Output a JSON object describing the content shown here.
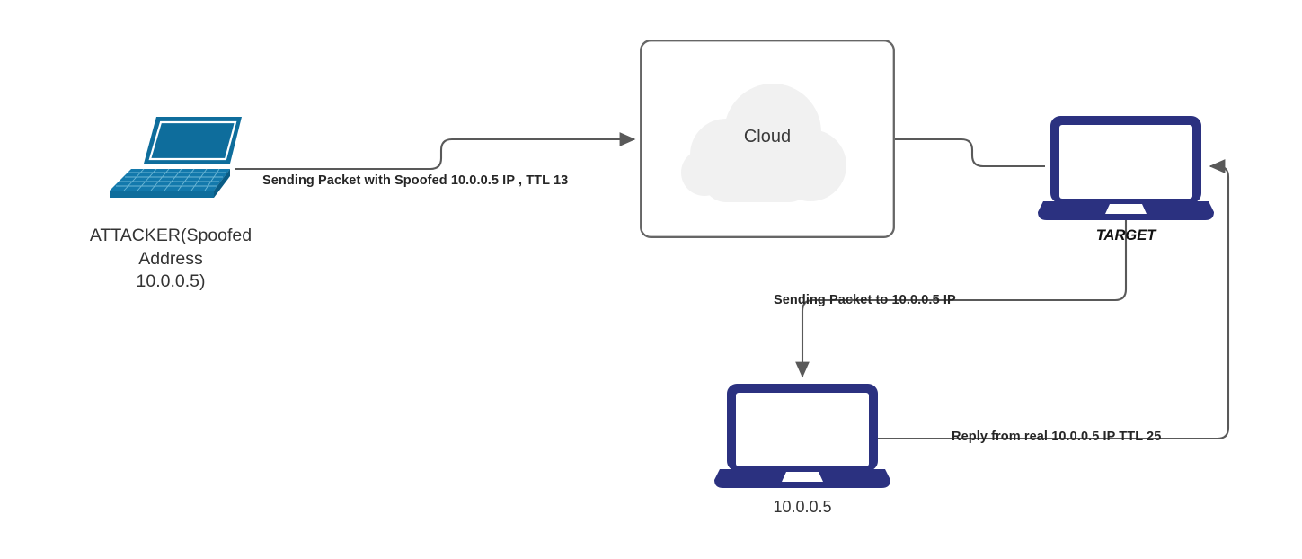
{
  "diagram": {
    "title": "IP Spoofing / TTL Reflection Network Diagram",
    "background": "#ffffff",
    "colors": {
      "attacker_device": "#0e6d9c",
      "network_device": "#2b3180",
      "wire": "#595959",
      "cloud_fill": "#f1f1f1",
      "cloud_border": "#666666",
      "label_text": "#333333",
      "edge_label_text": "#262626"
    }
  },
  "nodes": {
    "attacker": {
      "icon": "laptop-isometric-icon",
      "label_lines": [
        "ATTACKER(Spoofed",
        "Address",
        "10.0.0.5)"
      ],
      "label": "ATTACKER(Spoofed\nAddress\n10.0.0.5)"
    },
    "cloud": {
      "icon": "cloud-icon",
      "label": "Cloud"
    },
    "target": {
      "icon": "laptop-front-icon",
      "label": "TARGET"
    },
    "victim": {
      "icon": "laptop-front-icon",
      "label": "10.0.0.5"
    }
  },
  "edges": [
    {
      "id": "attacker-to-cloud",
      "label": "Sending Packet with Spoofed 10.0.0.5 IP , TTL 13",
      "from": "attacker",
      "to": "cloud",
      "arrow": "end"
    },
    {
      "id": "cloud-to-target",
      "label": "",
      "from": "cloud",
      "to": "target",
      "arrow": "none"
    },
    {
      "id": "target-to-victim",
      "label": "Sending Packet to 10.0.0.5 IP",
      "from": "target",
      "to": "victim",
      "arrow": "end"
    },
    {
      "id": "victim-to-target",
      "label": "Reply from real 10.0.0.5 IP TTL 25",
      "from": "victim",
      "to": "target",
      "arrow": "end"
    }
  ]
}
